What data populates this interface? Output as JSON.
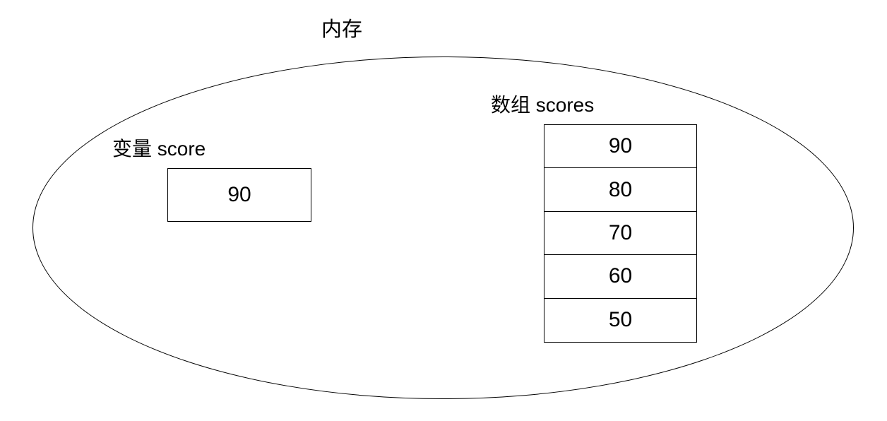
{
  "diagram": {
    "title": "内存",
    "variable": {
      "label": "变量 score",
      "value": "90"
    },
    "array": {
      "label": "数组 scores",
      "values": [
        "90",
        "80",
        "70",
        "60",
        "50"
      ]
    },
    "colors": {
      "line": "#000000",
      "background": "#ffffff",
      "text": "#000000"
    }
  }
}
